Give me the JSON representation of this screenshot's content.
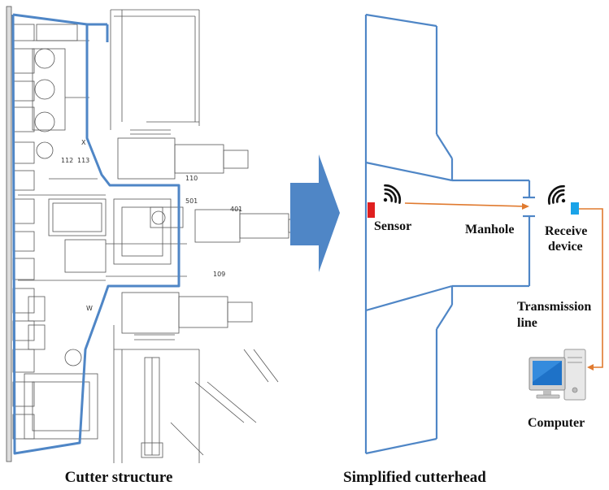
{
  "diagram": {
    "left_panel": {
      "caption": "Cutter structure",
      "callouts": [
        "112",
        "113",
        "110",
        "501",
        "401",
        "109",
        "X",
        "W"
      ]
    },
    "right_panel": {
      "caption": "Simplified cutterhead",
      "labels": {
        "sensor": "Sensor",
        "manhole": "Manhole",
        "receive_device_line1": "Receive",
        "receive_device_line2": "device",
        "transmission_line1": "Transmission",
        "transmission_line2": "line",
        "computer": "Computer"
      }
    },
    "colors": {
      "outline_blue": "#4f86c6",
      "arrow_blue": "#4f86c6",
      "signal_orange": "#e07a2f",
      "sensor_red": "#e02020",
      "receiver_cyan": "#1aa3e8",
      "drawing_gray": "#555555"
    },
    "icons": [
      "big-right-arrow",
      "wifi-signal-icon",
      "computer-icon"
    ]
  }
}
